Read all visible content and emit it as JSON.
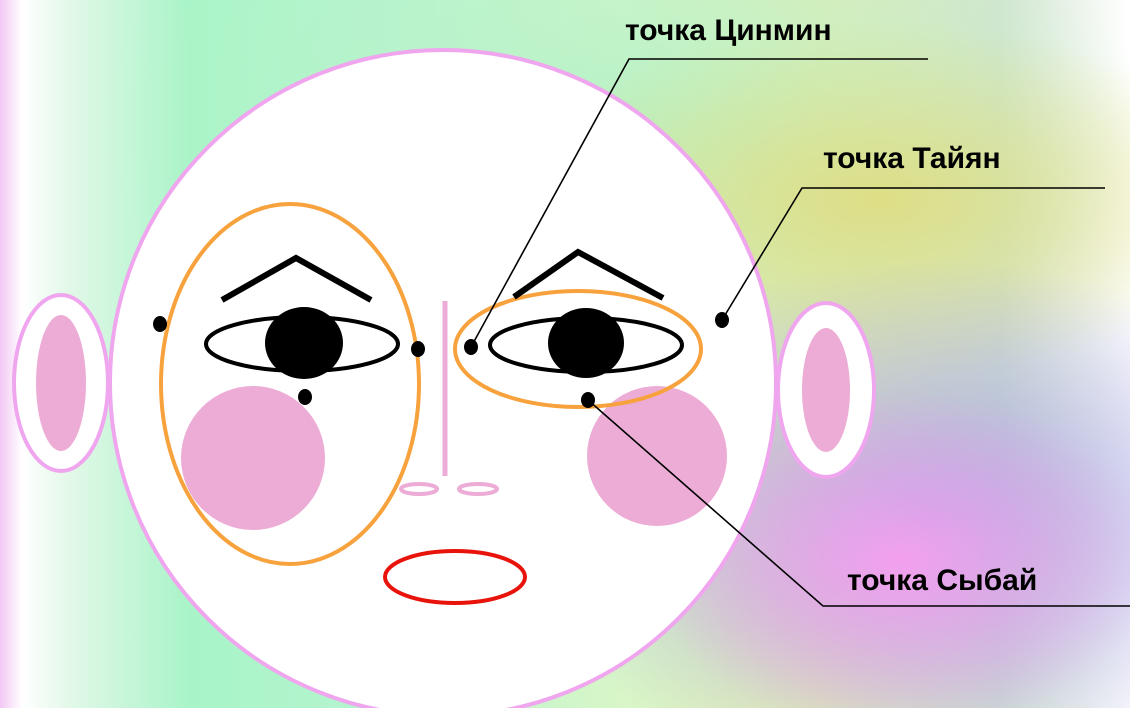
{
  "labels": {
    "tsinmin": "точка Цинмин",
    "taiyan": "точка Тайян",
    "sybai": "точка Сыбай"
  },
  "colors": {
    "face_outline": "#f0a6ee",
    "zone_outline": "#f7a23d",
    "blush": "#ecacd6",
    "ear_inner": "#ecacd6",
    "mouth": "#e8140c",
    "nose": "#ecacd6",
    "ink": "#000000"
  }
}
